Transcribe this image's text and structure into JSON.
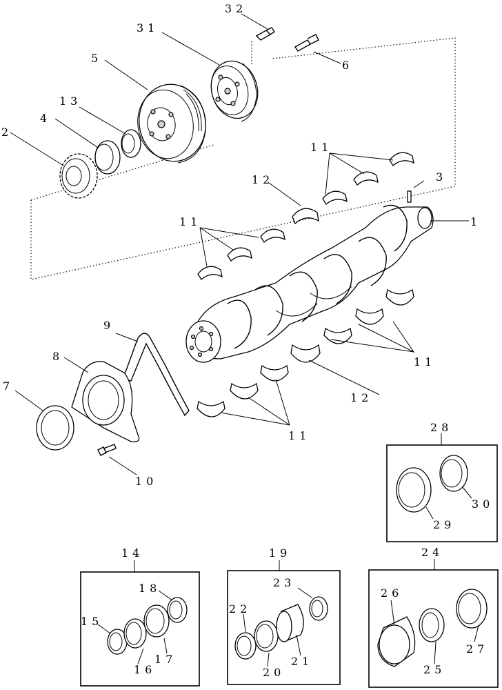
{
  "labels": {
    "l1": "1",
    "l2": "2",
    "l3": "3",
    "l4": "4",
    "l5": "5",
    "l6": "6",
    "l7": "7",
    "l8": "8",
    "l9": "9",
    "l10": "10",
    "l11a": "11",
    "l11b": "11",
    "l11c": "11",
    "l11d": "11",
    "l12a": "12",
    "l12b": "12",
    "l13": "13",
    "l14": "14",
    "l15": "15",
    "l16": "16",
    "l17": "17",
    "l18": "18",
    "l19": "19",
    "l20": "20",
    "l21": "21",
    "l22": "22",
    "l23": "23",
    "l24": "24",
    "l25": "25",
    "l26": "26",
    "l27": "27",
    "l28": "28",
    "l29": "29",
    "l30": "30",
    "l31": "31",
    "l32": "32"
  }
}
